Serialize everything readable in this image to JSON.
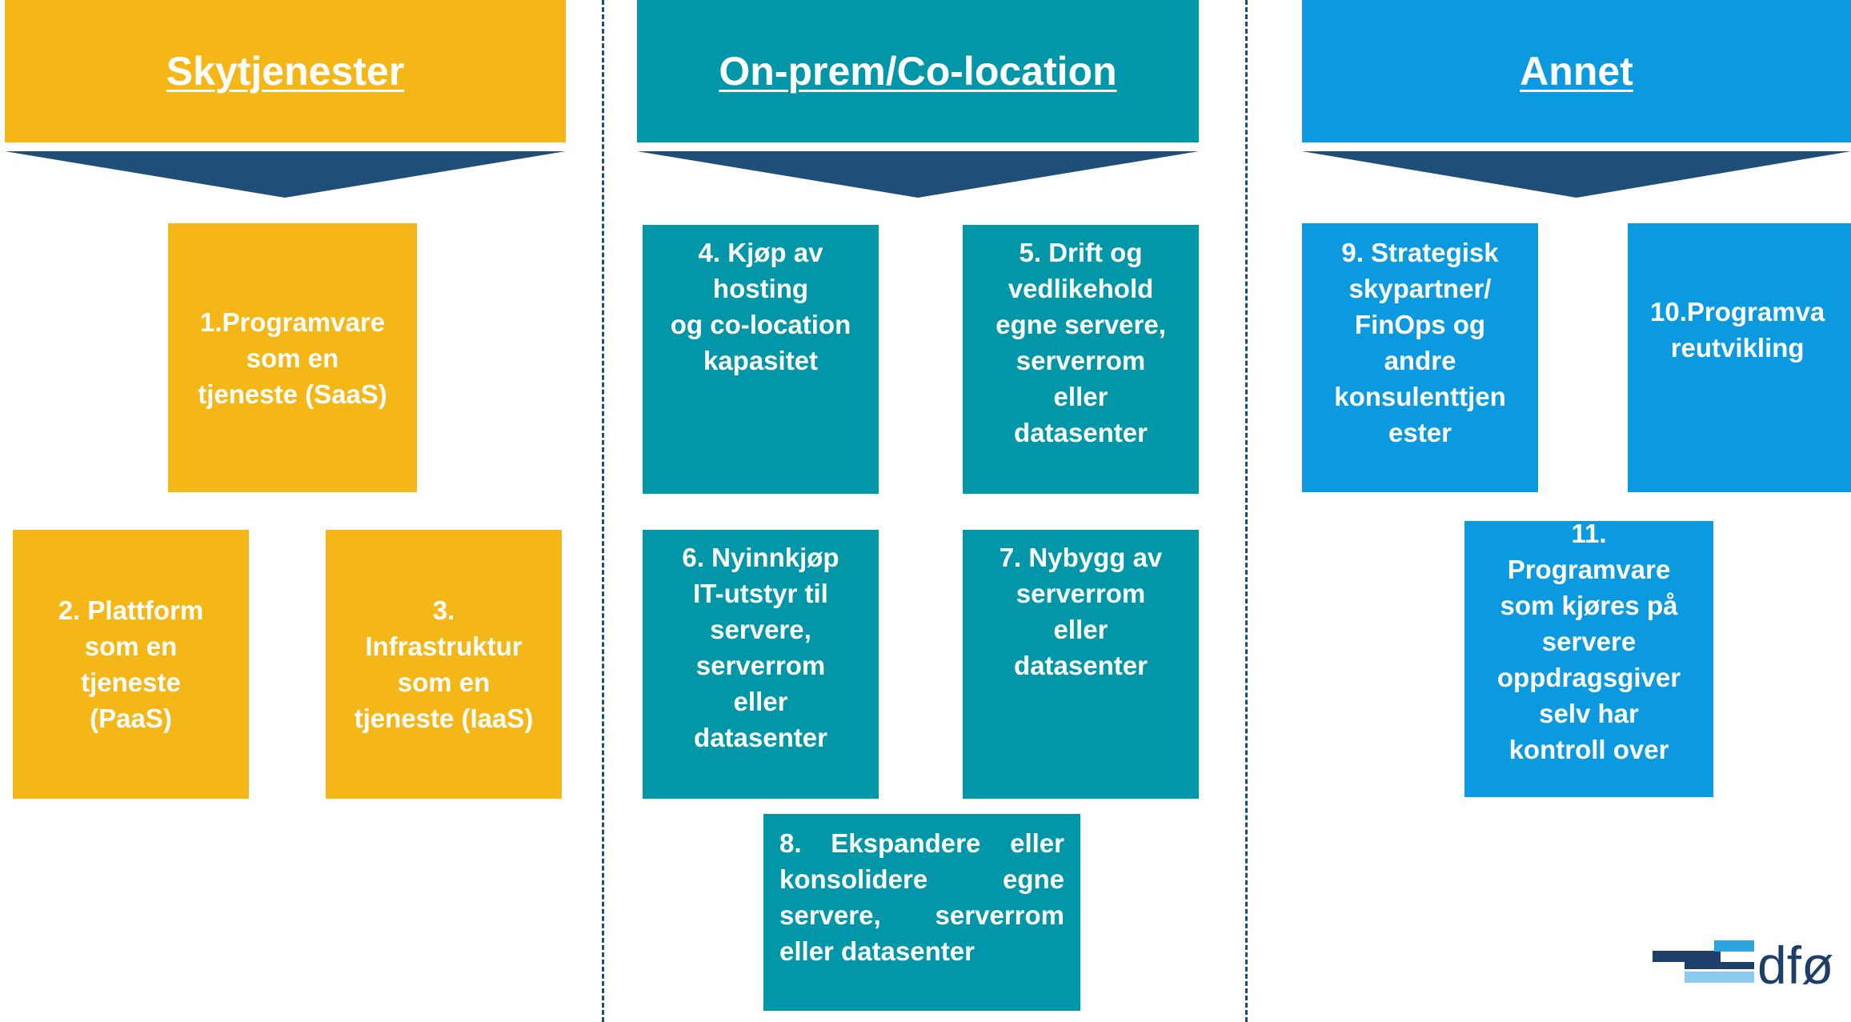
{
  "colors": {
    "skytjenester": "#f5b718",
    "onprem": "#0296a9",
    "annet": "#0b9ae0",
    "chevron": "#1f4e79",
    "divider": "#1c4f78"
  },
  "columns": [
    {
      "title": "Skytjenester"
    },
    {
      "title": "On-prem/Co-location"
    },
    {
      "title": "Annet"
    }
  ],
  "boxes": {
    "b1": "1.Programvare\nsom en\ntjeneste (SaaS)",
    "b2": "2. Plattform\nsom en\ntjeneste\n(PaaS)",
    "b3": "3.\nInfrastruktur\nsom en\ntjeneste (IaaS)",
    "b4": "4. Kjøp av\nhosting\nog co-location\nkapasitet",
    "b5": "5. Drift og\nvedlikehold\negne servere,\nserverrom\neller\ndatasenter",
    "b6": "6. Nyinnkjøp\nIT-utstyr til\nservere,\nserverrom\neller\ndatasenter",
    "b7": "7. Nybygg av\nserverrom\neller\ndatasenter",
    "b8": "8. Ekspandere eller konsolidere egne servere, serverrom eller datasenter",
    "b9": "9. Strategisk\nskypartner/\nFinOps og\nandre\nkonsulenttjen\nester",
    "b10": "10.Programva\nreutvikling",
    "b11": "11.\nProgramvare\nsom kjøres på\nservere\noppdragsgiver\nselv har\nkontroll over"
  },
  "logo": {
    "text": "dfø"
  }
}
